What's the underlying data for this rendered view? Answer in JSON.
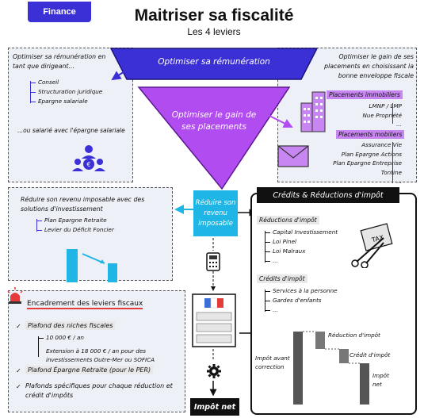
{
  "badge": "Finance",
  "title": "Maitriser sa fiscalité",
  "subtitle": "Les 4 leviers",
  "funnel": {
    "top_label": "Optimiser sa rémunération",
    "mid_label": "Optimiser le gain de ses placements",
    "small_box": "Réduire son revenu imposable",
    "bottom_label": "Impôt net"
  },
  "remuneration_panel": {
    "intro": "Optimiser sa rémunération en tant que dirigeant...",
    "items": [
      "Conseil",
      "Structuration juridique",
      "Epargne salariale"
    ],
    "outro": "...ou salarié avec l'épargne salariale"
  },
  "placements_panel": {
    "intro": "Optimiser le gain de ses placements en choisissant la bonne enveloppe fiscale",
    "immo_tag": "Placements immobiliers",
    "immo_items": [
      "LMNP / LMP",
      "Nue Propriété",
      "..."
    ],
    "mob_tag": "Placements mobiliers",
    "mob_items": [
      "Assurance Vie",
      "Plan Epargne Actions",
      "Plan Epargne Entreprise",
      "Tontine",
      "..."
    ]
  },
  "revenu_panel": {
    "intro": "Réduire son revenu imposable avec des solutions d'investissement",
    "items": [
      "Plan Epargne Retraite",
      "Levier du Déficit Foncier"
    ]
  },
  "credits_panel": {
    "title": "Crédits & Réductions d'impôt",
    "reductions_tag": "Réductions d'impôt",
    "reductions_items": [
      "Capital Investissement",
      "Loi Pinel",
      "Loi Malraux",
      "..."
    ],
    "credits_tag": "Crédits d'impôt",
    "credits_items": [
      "Services à la personne",
      "Gardes d'enfants",
      "..."
    ],
    "tax_tag": "TAX",
    "chart_labels": {
      "before": "Impôt avant correction",
      "reduction": "Réduction d'impôt",
      "credit": "Crédit d'impôt",
      "net": "Impôt net"
    }
  },
  "encadrement_panel": {
    "title": "Encadrement des leviers fiscaux",
    "plafond_niches": "Plafond des niches fiscales",
    "niche_items": [
      "10 000 € / an",
      "Extension à 18 000 € / an pour des investissements Outre-Mer ou SOFICA"
    ],
    "plafond_per": "Plafond Épargne Retraite (pour le PER)",
    "plafonds_specifiques": "Plafonds spécifiques pour chaque réduction et crédit d'impôts"
  },
  "colors": {
    "accent": "#3b2fd6",
    "purple": "#b14cf0",
    "cyan": "#1fb5e4",
    "panel_bg": "#eef0f7"
  }
}
